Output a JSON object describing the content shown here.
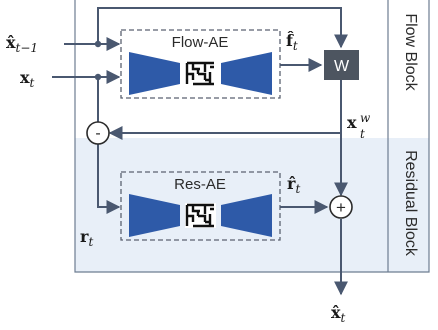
{
  "flow_block": {
    "label": "Flow Block",
    "ae_label": "Flow-AE",
    "warp_label": "W"
  },
  "residual_block": {
    "label": "Residual Block",
    "ae_label": "Res-AE"
  },
  "operators": {
    "subtract": "-",
    "add": "+"
  },
  "symbols": {
    "prev_recon": {
      "main": "x̂",
      "sub": "t−1"
    },
    "current_frame": {
      "main": "x",
      "sub": "t"
    },
    "flow": {
      "main": "f̂",
      "sub": "t"
    },
    "warped": {
      "main": "x",
      "sub": "t",
      "sup": "w"
    },
    "residual": {
      "main": "r",
      "sub": "t"
    },
    "residual_recon": {
      "main": "r̂",
      "sub": "t"
    },
    "output": {
      "main": "x̂",
      "sub": "t"
    }
  },
  "colors": {
    "ae_fill": "#2e5aa8",
    "warp_fill": "#4d5560",
    "residual_bg": "#e8eff8",
    "frame": "#6d7d91",
    "arrow": "#4a5870"
  }
}
